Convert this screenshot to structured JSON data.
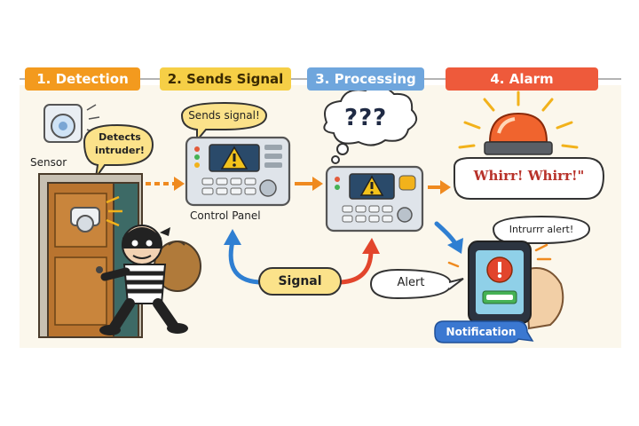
{
  "colors": {
    "detection": "#f39a1e",
    "sends_signal": "#f6cf46",
    "processing": "#6fa6dd",
    "alarm": "#ee5a3b",
    "orange_arrow": "#ef8a1f",
    "blue_arrow": "#2f7fd2",
    "red_arrow": "#e2452c",
    "bubble_yellow": "#fbe28a",
    "notification_blue": "#3b78d1",
    "background": "#fbf7ec"
  },
  "headers": {
    "detection": "1. Detection",
    "sends_signal": "2. Sends Signal",
    "processing": "3. Processing",
    "alarm": "4. Alarm"
  },
  "labels": {
    "sensor": "Sensor",
    "control_panel": "Control Panel",
    "signal": "Signal",
    "alert": "Alert",
    "notification": "Notification"
  },
  "bubbles": {
    "detects_line1": "Detects",
    "detects_line2": "intruder!",
    "sends_signal": "Sends signal!",
    "question_marks": "???",
    "siren_sound": "Whirr! Whirr!\"",
    "phone_alert": "Intrurrr alert!"
  },
  "icons": {
    "sensor": "motion-sensor-icon",
    "door_sensor": "door-sensor-icon",
    "intruder": "burglar-icon",
    "panel": "control-panel-icon",
    "warning": "warning-triangle-icon",
    "siren": "siren-light-icon",
    "phone": "smartphone-icon",
    "exclamation": "exclamation-icon"
  }
}
